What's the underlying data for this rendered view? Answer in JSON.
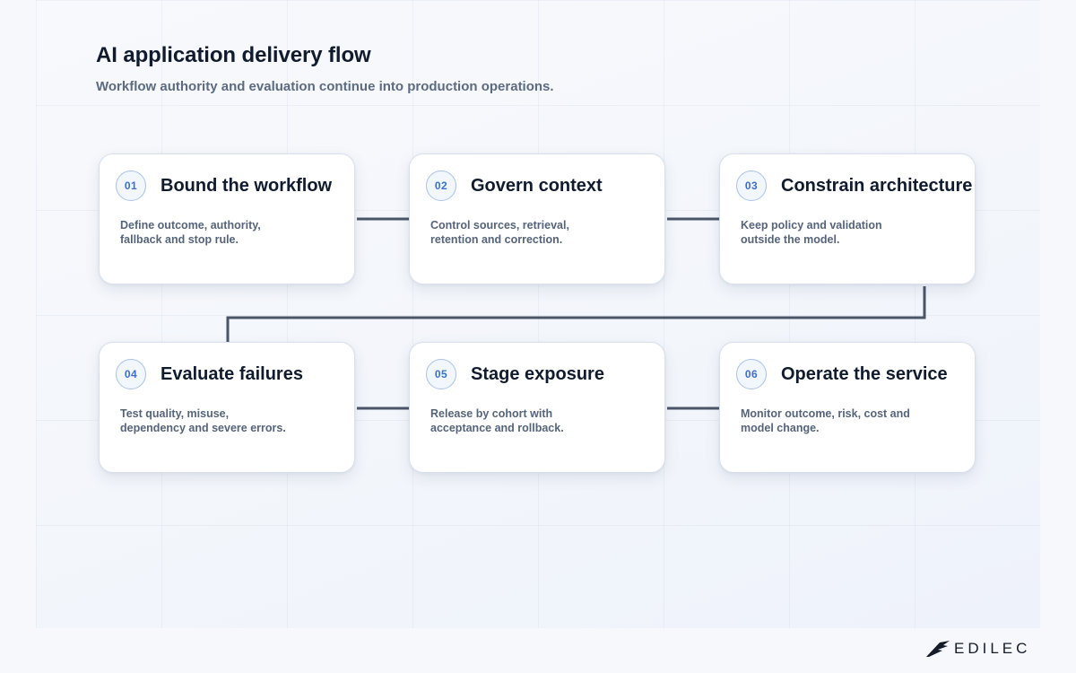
{
  "header": {
    "title": "AI application delivery flow",
    "subtitle": "Workflow authority and evaluation continue into production operations."
  },
  "steps": [
    {
      "number": "01",
      "title": "Bound the workflow",
      "desc_line1": "Define outcome, authority,",
      "desc_line2": "fallback and stop rule."
    },
    {
      "number": "02",
      "title": "Govern context",
      "desc_line1": "Control sources, retrieval,",
      "desc_line2": "retention and correction."
    },
    {
      "number": "03",
      "title": "Constrain architecture",
      "desc_line1": "Keep policy and validation",
      "desc_line2": "outside the model."
    },
    {
      "number": "04",
      "title": "Evaluate failures",
      "desc_line1": "Test quality, misuse,",
      "desc_line2": "dependency and severe errors."
    },
    {
      "number": "05",
      "title": "Stage exposure",
      "desc_line1": "Release by cohort with",
      "desc_line2": "acceptance and rollback."
    },
    {
      "number": "06",
      "title": "Operate the service",
      "desc_line1": "Monitor outcome, risk, cost and",
      "desc_line2": "model change."
    }
  ],
  "brand": {
    "name": "EDILEC",
    "icon": "edilec-logo-icon"
  },
  "colors": {
    "connector": "#4a5568",
    "badge_text": "#3b6fd0",
    "badge_border": "#a9c2ea"
  }
}
